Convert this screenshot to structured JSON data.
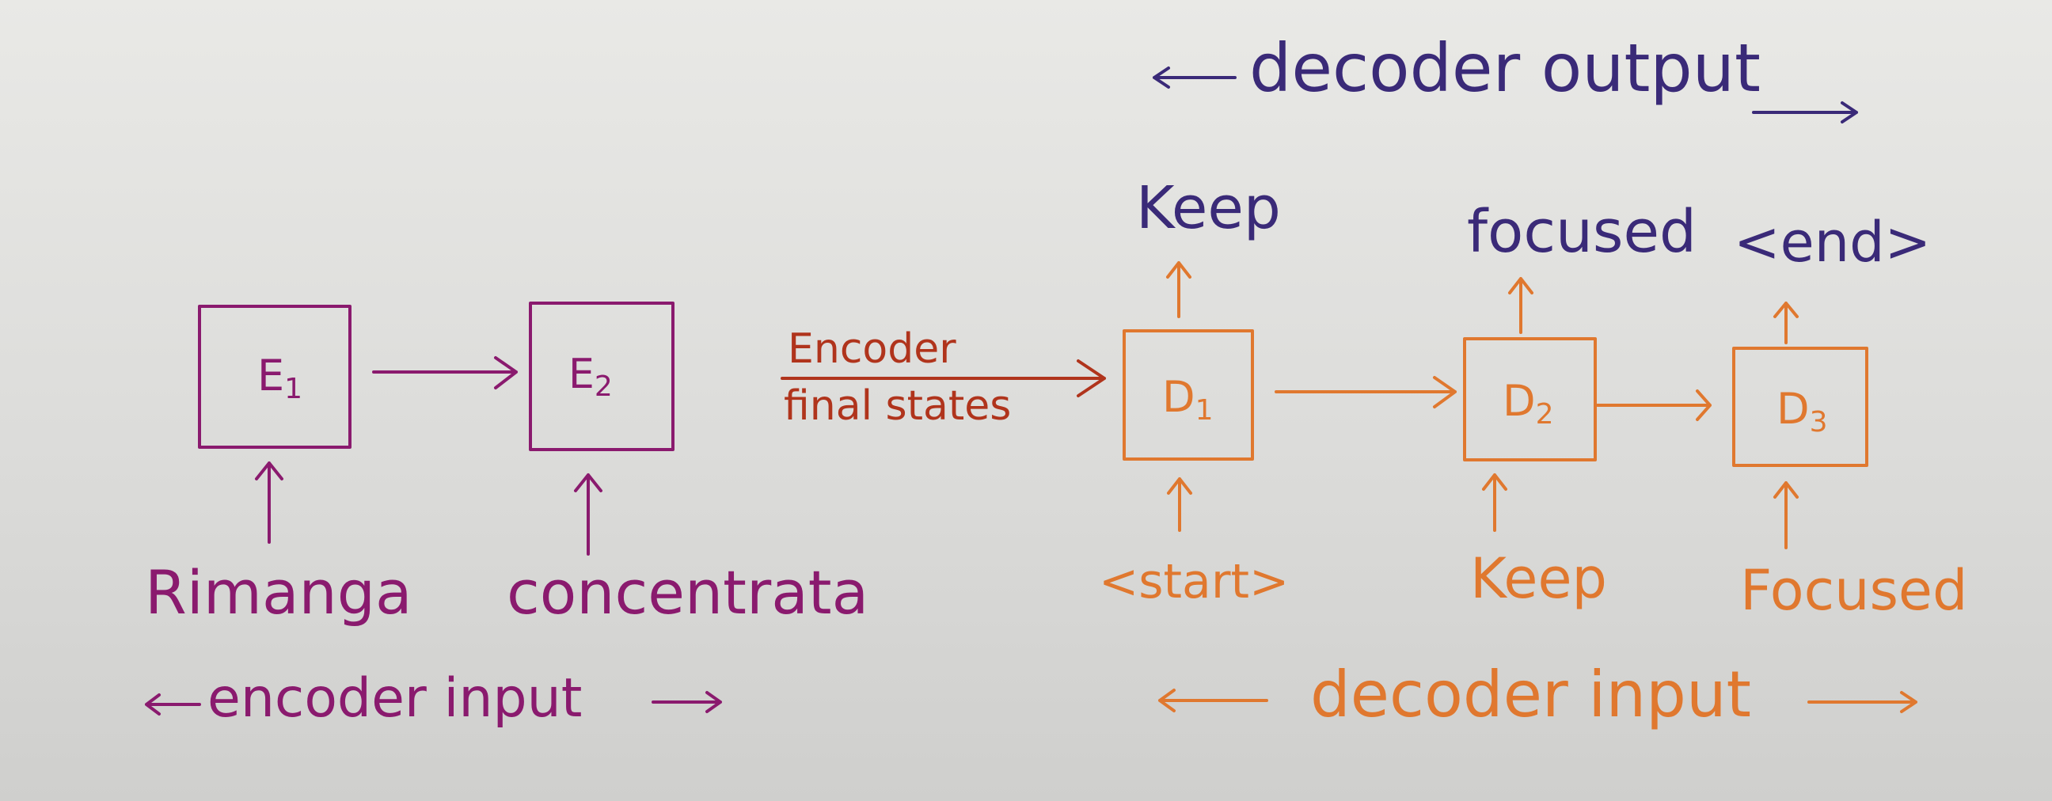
{
  "colors": {
    "encoder": "#8a1a6e",
    "decoder": "#e0782f",
    "output": "#3a2a78",
    "transfer": "#b0341c",
    "paper": "#e5e5e2"
  },
  "labels": {
    "decoder_output": "decoder output",
    "encoder_input": "encoder input",
    "decoder_input": "decoder input",
    "transfer_line1": "Encoder",
    "transfer_line2": "final states"
  },
  "encoder": {
    "cells": [
      {
        "id": "E1",
        "name": "E",
        "sub": "1",
        "input": "Rimanga"
      },
      {
        "id": "E2",
        "name": "E",
        "sub": "2",
        "input": "concentrata"
      }
    ]
  },
  "decoder": {
    "cells": [
      {
        "id": "D1",
        "name": "D",
        "sub": "1",
        "input": "<start>",
        "output": "Keep"
      },
      {
        "id": "D2",
        "name": "D",
        "sub": "2",
        "input": "Keep",
        "output": "focused"
      },
      {
        "id": "D3",
        "name": "D",
        "sub": "3",
        "input": "Focused",
        "output": "<end>"
      }
    ]
  }
}
